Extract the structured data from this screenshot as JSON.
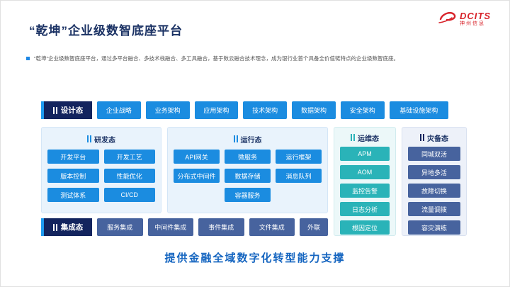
{
  "page": {
    "title": "“乾坤”企业级数智底座平台",
    "subtitle": "“乾坤”企业级数智底座平台，通过多平台融合、多技术栈融合、多工具融合，基于数云融合技术理念，成为银行业首个具备全价值链特点的企业级数智底座。",
    "footer": "提供金融全域数字化转型能力支撑"
  },
  "logo": {
    "brand": "DCITS",
    "company": "神州信息"
  },
  "colors": {
    "accent_blue": "#1b8ce0",
    "navy": "#13245e",
    "teal": "#2ab3b8",
    "slate_blue": "#47639e",
    "brand_red": "#d8232a",
    "footer_blue": "#1565c0"
  },
  "diagram": {
    "design": {
      "label": "设计态",
      "items": [
        "企业战略",
        "业务架构",
        "应用架构",
        "技术架构",
        "数据架构",
        "安全架构",
        "基础设施架构"
      ]
    },
    "dev": {
      "label": "研发态",
      "items": [
        "开发平台",
        "开发工艺",
        "版本控制",
        "性能优化",
        "测试体系",
        "CI/CD"
      ]
    },
    "runtime": {
      "label": "运行态",
      "items": [
        "API网关",
        "微服务",
        "运行框架",
        "分布式中间件",
        "数据存储",
        "消息队列",
        "容器服务"
      ]
    },
    "ops": {
      "label": "运维态",
      "items": [
        "APM",
        "AOM",
        "监控告警",
        "日志分析",
        "根因定位"
      ]
    },
    "dr": {
      "label": "灾备态",
      "items": [
        "同城双活",
        "异地多活",
        "故障切换",
        "流量调拨",
        "容灾演练"
      ]
    },
    "integration": {
      "label": "集成态",
      "items": [
        "服务集成",
        "中间件集成",
        "事件集成",
        "文件集成",
        "外联"
      ]
    }
  }
}
